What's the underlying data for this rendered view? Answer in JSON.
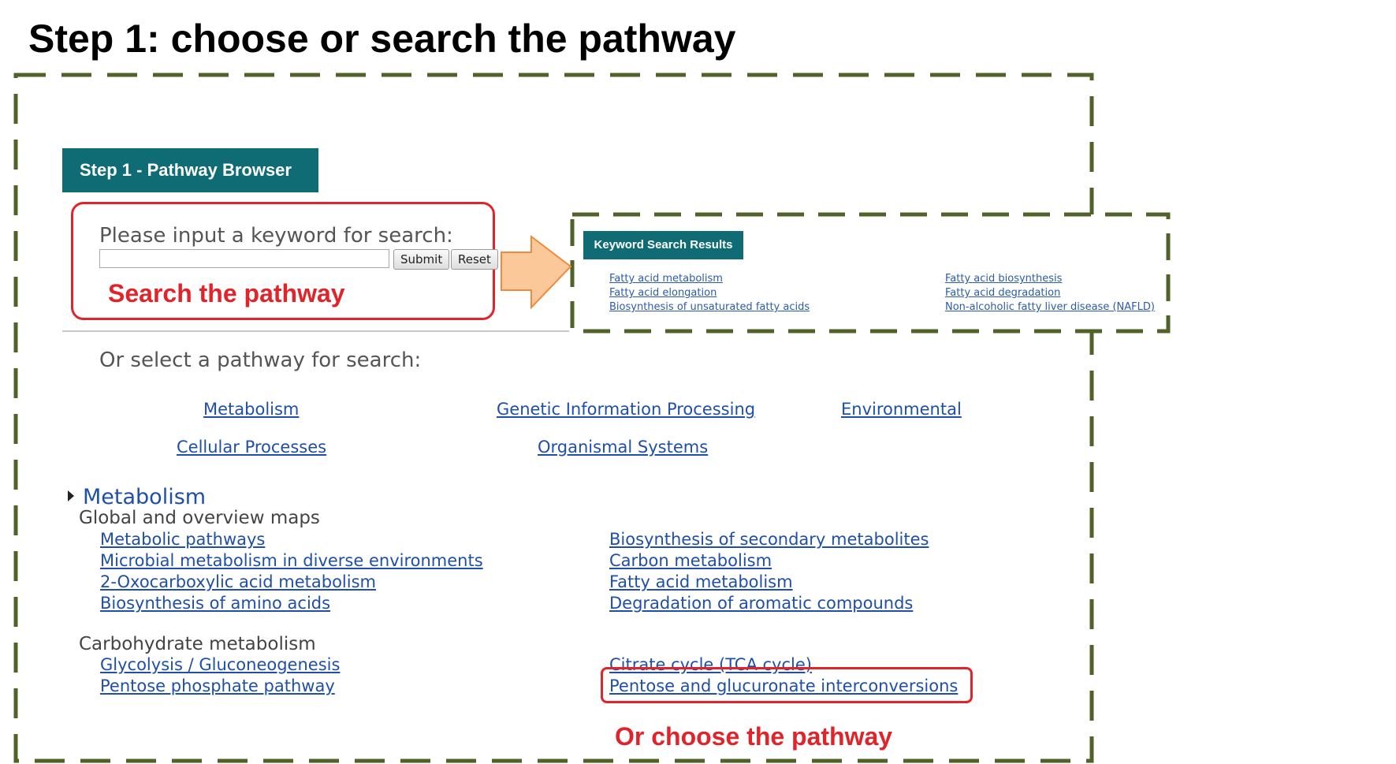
{
  "slide_title": "Step 1: choose or search the pathway",
  "step_header": "Step 1 - Pathway Browser",
  "search": {
    "label": "Please input a keyword for search:",
    "value": "",
    "submit_label": "Submit",
    "reset_label": "Reset"
  },
  "annotations": {
    "search": "Search the pathway",
    "choose": "Or choose the pathway"
  },
  "keyword_results": {
    "header": "Keyword Search Results",
    "left": [
      "Fatty acid metabolism",
      "Fatty acid elongation",
      "Biosynthesis of unsaturated fatty acids"
    ],
    "right": [
      "Fatty acid biosynthesis",
      "Fatty acid degradation",
      "Non-alcoholic fatty liver disease (NAFLD)"
    ]
  },
  "select_label": "Or select a pathway for search:",
  "categories": [
    "Metabolism",
    "Genetic Information Processing",
    "Environmental",
    "Cellular Processes",
    "Organismal Systems"
  ],
  "metabolism": {
    "title": "Metabolism",
    "global_heading": "Global and overview maps",
    "global_left": [
      "Metabolic pathways",
      "Microbial metabolism in diverse environments",
      "2-Oxocarboxylic acid metabolism",
      "Biosynthesis of amino acids"
    ],
    "global_right": [
      "Biosynthesis of secondary metabolites",
      "Carbon metabolism",
      "Fatty acid metabolism",
      "Degradation of aromatic compounds"
    ],
    "carb_heading": "Carbohydrate metabolism",
    "carb_left": [
      "Glycolysis / Gluconeogenesis",
      "Pentose phosphate pathway"
    ],
    "carb_right": [
      "Citrate cycle (TCA cycle)",
      "Pentose and glucuronate interconversions"
    ]
  },
  "colors": {
    "frame_dash": "#4f6228",
    "header_bg": "#0f6b74",
    "annotation_red": "#e0242a",
    "link_blue": "#1f4fa8",
    "arrow_fill": "#fbc899",
    "arrow_stroke": "#f08a3e"
  }
}
